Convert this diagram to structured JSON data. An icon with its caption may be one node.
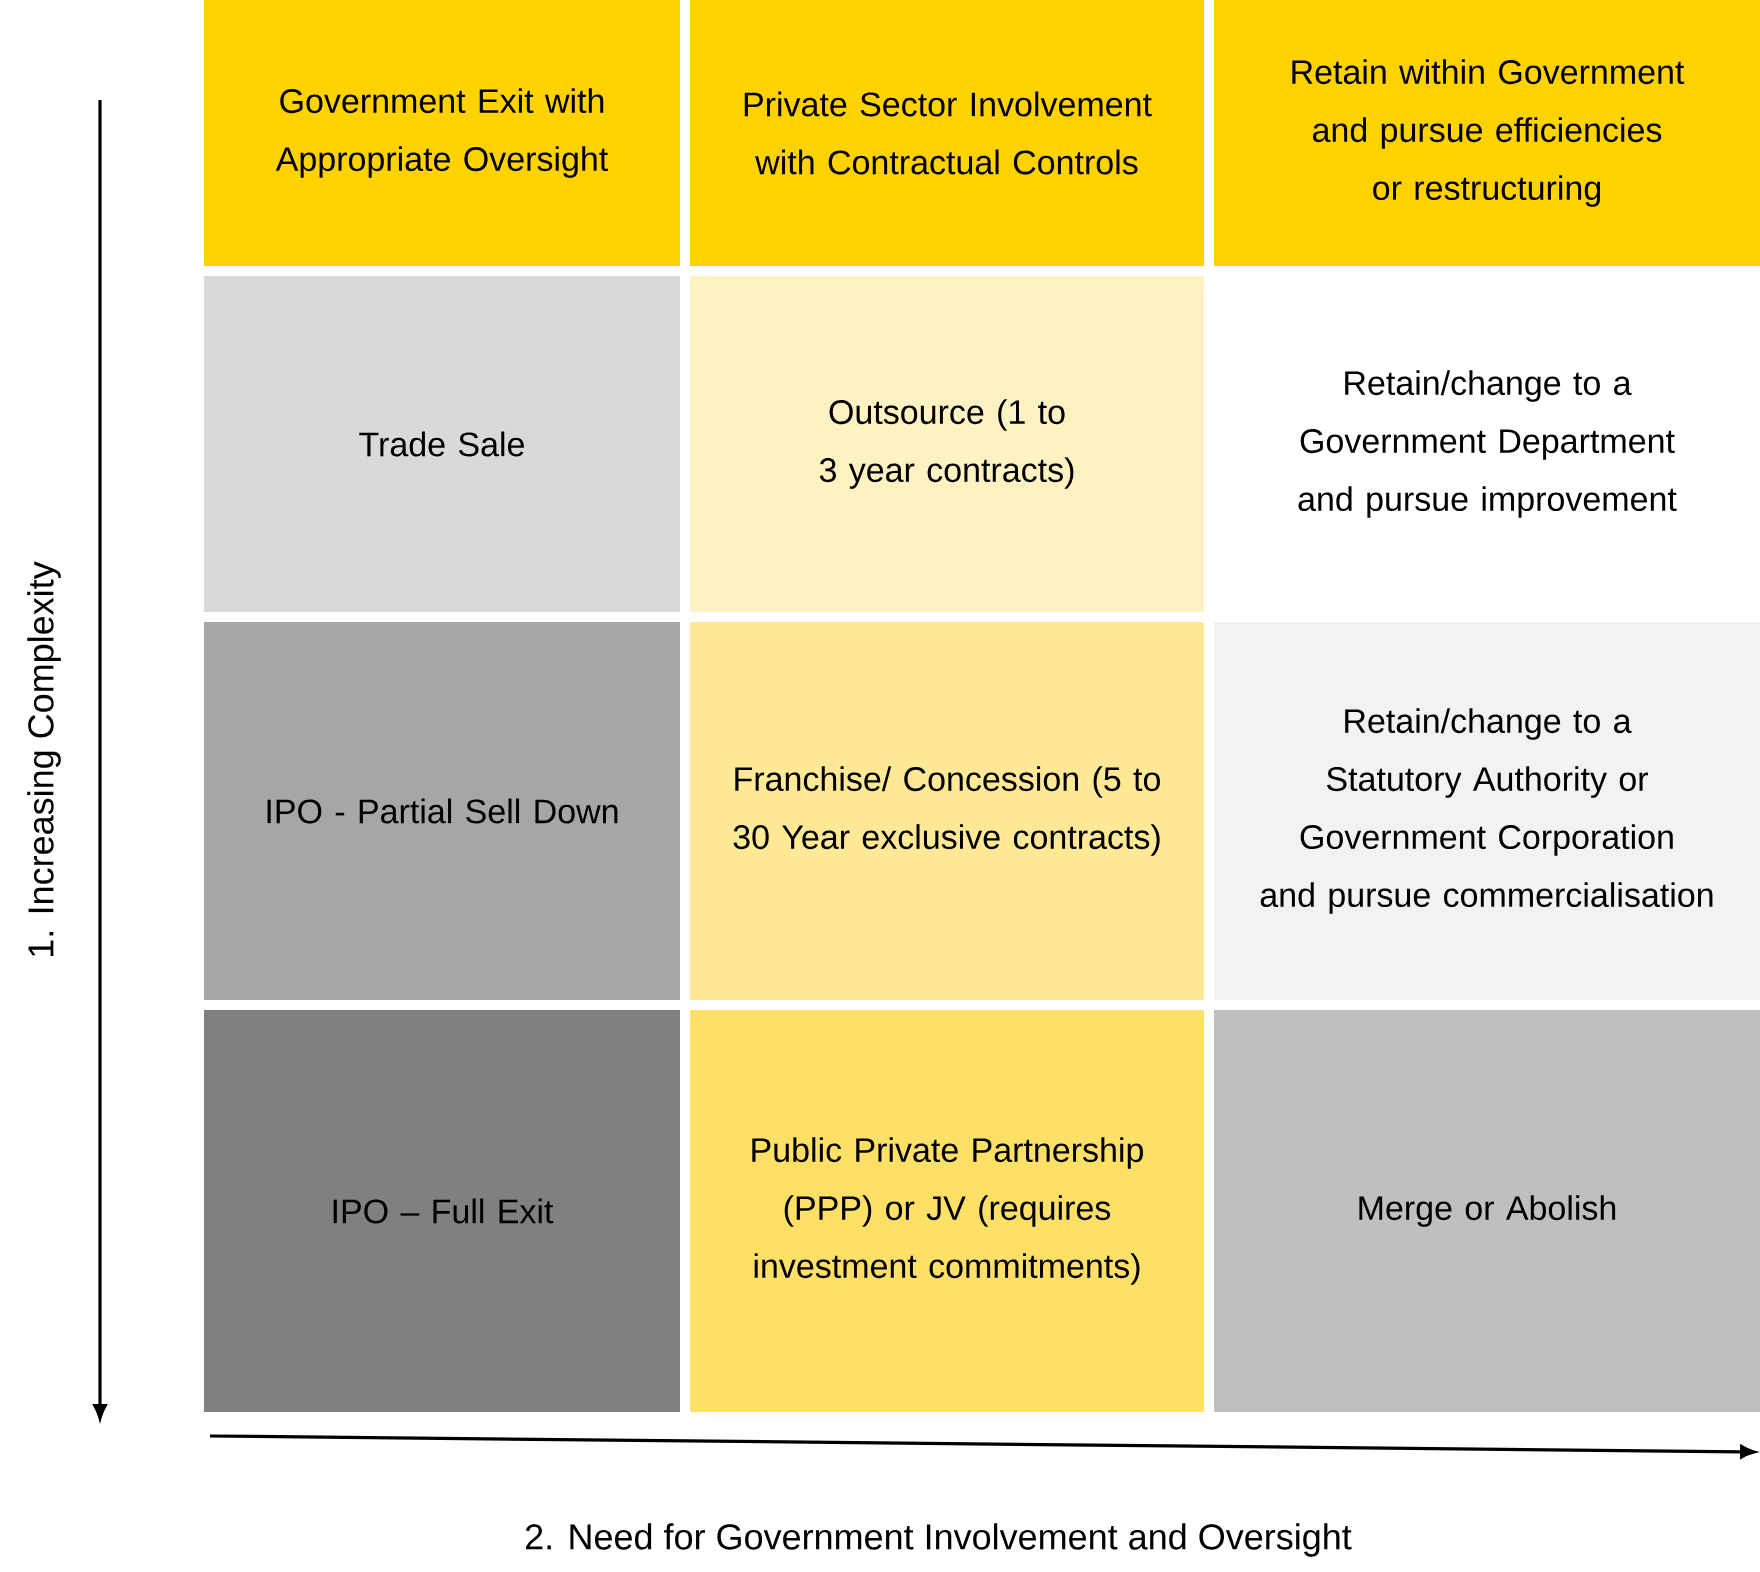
{
  "diagram": {
    "nodes": [
      {
        "text": [
          "Government Exit with Appropriate Oversight"
        ]
      },
      {
        "text": [
          "Private Sector Involvement with Contractual Controls"
        ]
      },
      {
        "text": [
          "Retain within Government and pursue efficiencies or restructuring"
        ]
      },
      {
        "text": [
          "Trade Sale"
        ]
      },
      {
        "text": [
          "Outsource (1 to 3 year contracts)"
        ]
      },
      {
        "text": [
          "Retain/change to a Government Department and pursue improvement"
        ]
      },
      {
        "text": [
          "IPO - Partial Sell Down"
        ]
      },
      {
        "text": [
          "Franchise/ Concession (5 to 30 Year exclusive contracts)"
        ]
      },
      {
        "text": [
          "Retain/change to a Statutory Authority or Government Corporation and pursue commercialisation"
        ]
      },
      {
        "text": [
          "IPO – Full Exit"
        ]
      },
      {
        "text": [
          "Public Private Partnership (PPP) or JV (requires investment commitments)"
        ]
      },
      {
        "text": [
          "Merge or Abolish"
        ]
      }
    ],
    "labels": [
      "1. Increasing Complexity",
      "2. Need for Government Involvement and Oversight"
    ]
  }
}
